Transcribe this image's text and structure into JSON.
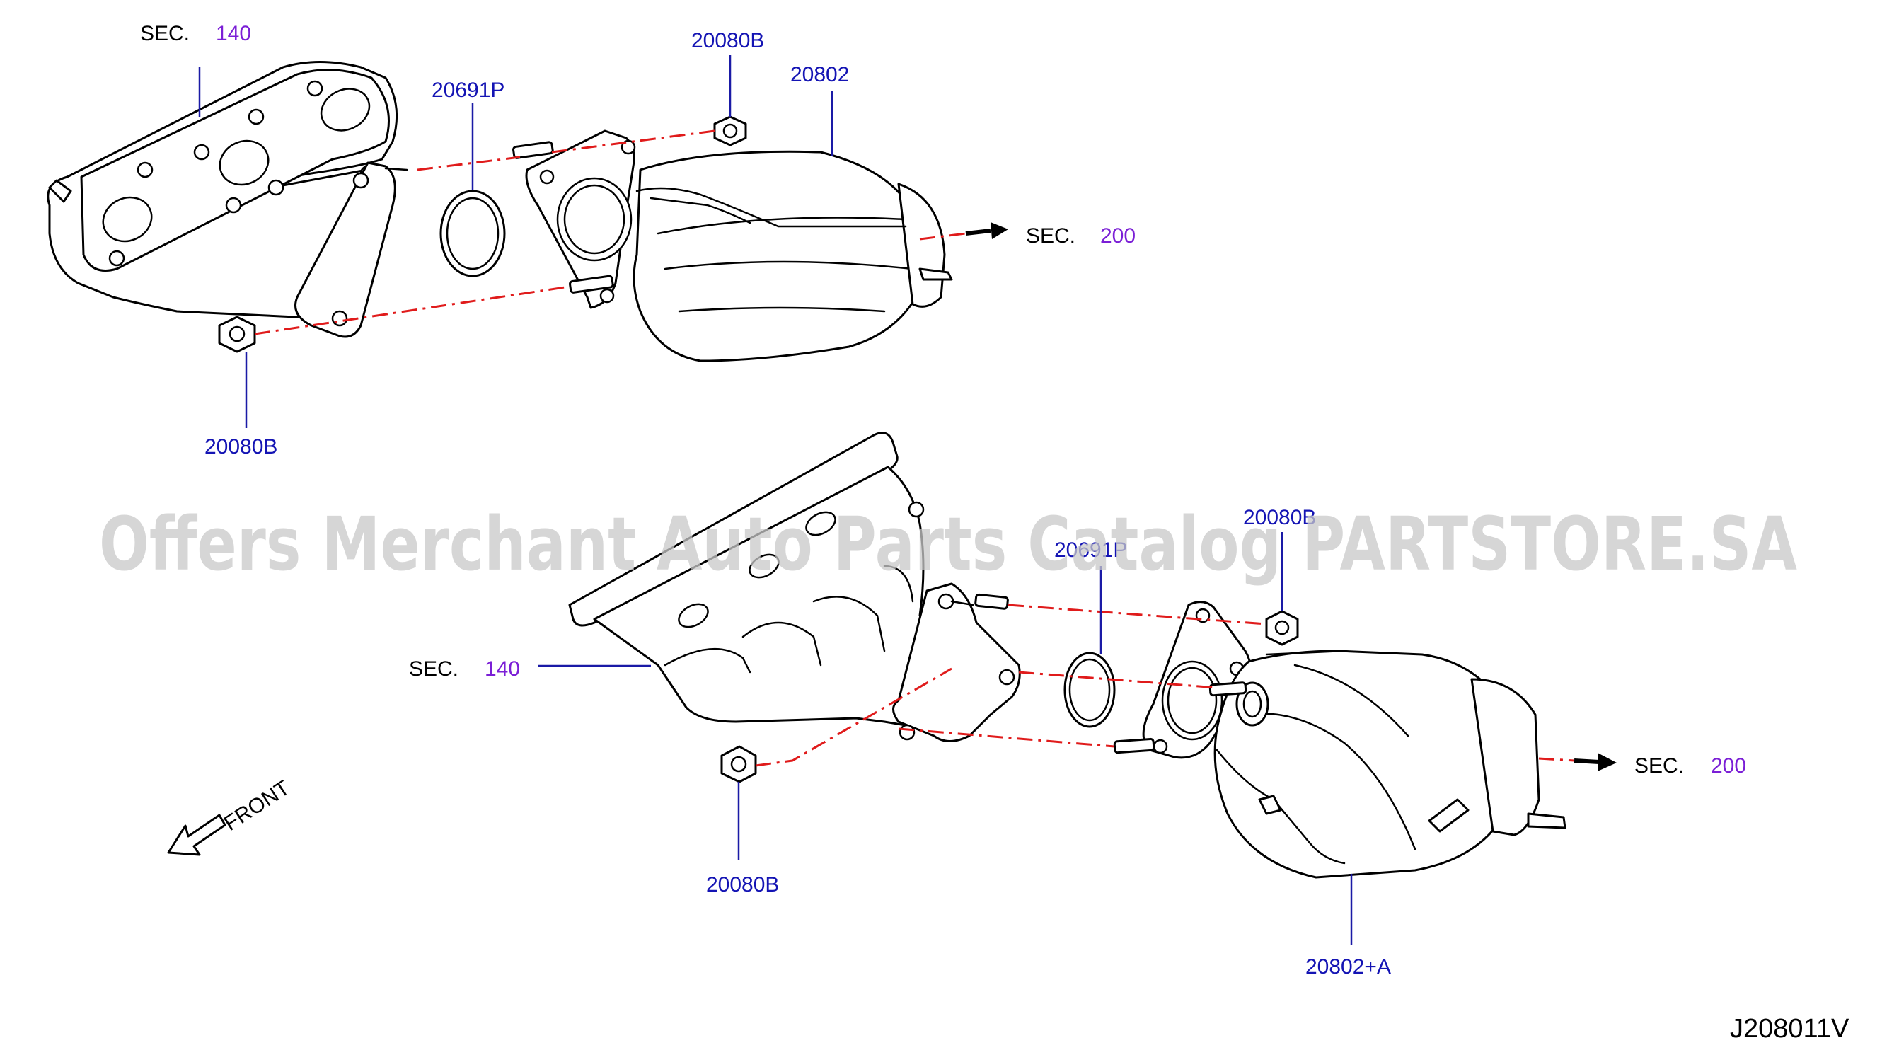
{
  "labels": {
    "top_sec140_prefix": "SEC.",
    "top_sec140_num": "140",
    "top_gasket": "20691P",
    "top_nut_upper": "20080B",
    "top_converter": "20802",
    "top_sec200_prefix": "SEC.",
    "top_sec200_num": "200",
    "top_nut_lower": "20080B",
    "bot_sec140_prefix": "SEC.",
    "bot_sec140_num": "140",
    "bot_nut_upper": "20080B",
    "bot_gasket": "20691P",
    "bot_sec200_prefix": "SEC.",
    "bot_sec200_num": "200",
    "bot_nut_lower": "20080B",
    "bot_converter": "20802+A",
    "front": "FRONT",
    "drawing_code": "J208011V"
  },
  "watermark": "Offers Merchant Auto Parts Catalog PARTSTORE.SA",
  "colors": {
    "line_art": "#000000",
    "leader": "#1a1aa6",
    "part_number": "#1414b4",
    "section_number": "#7b1fd6",
    "center_line": "#e01b1b",
    "watermark": "#c8c8c8"
  }
}
